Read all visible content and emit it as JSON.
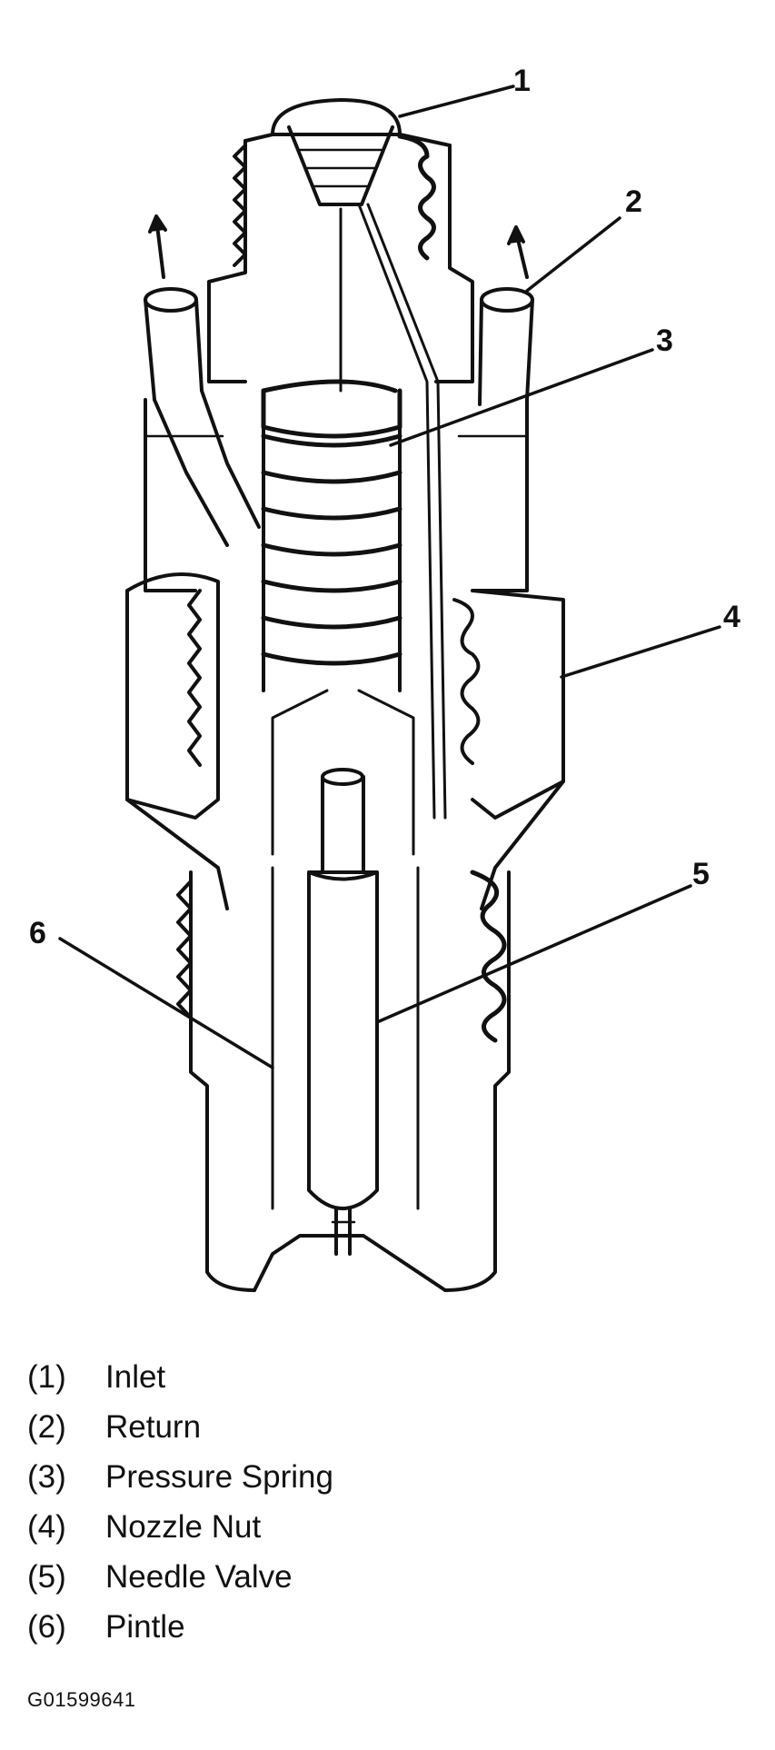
{
  "callouts": [
    "1",
    "2",
    "3",
    "4",
    "5",
    "6"
  ],
  "legend": [
    {
      "key": "(1)",
      "label": "Inlet"
    },
    {
      "key": "(2)",
      "label": "Return"
    },
    {
      "key": "(3)",
      "label": "Pressure Spring"
    },
    {
      "key": "(4)",
      "label": "Nozzle Nut"
    },
    {
      "key": "(5)",
      "label": "Needle Valve"
    },
    {
      "key": "(6)",
      "label": "Pintle"
    }
  ],
  "figure_id": "G01599641"
}
